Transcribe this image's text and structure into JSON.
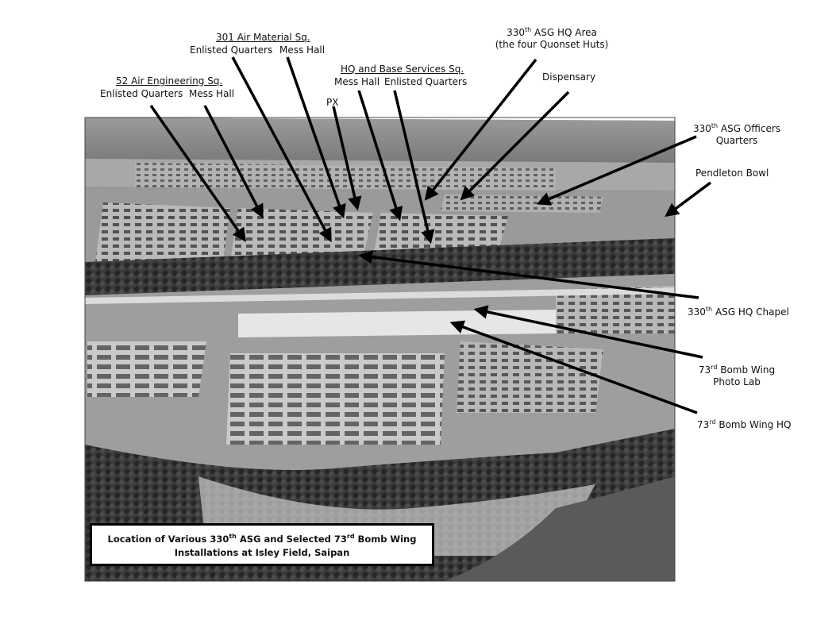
{
  "title": "Location of Various 330th ASG and Selected 73rd Bomb Wing Installations at Isley Field, Saipan",
  "caption": {
    "line1_a": "Location of Various 330",
    "line1_sup": "th",
    "line1_b": " ASG and Selected 73",
    "line1_sup2": "rd",
    "line1_c": " Bomb Wing",
    "line2": "Installations at Isley Field, Saipan"
  },
  "labels": {
    "sq301": {
      "title": "301 Air Material Sq.",
      "left": "Enlisted Quarters",
      "right": "Mess Hall"
    },
    "sq52": {
      "title": "52 Air Engineering Sq.",
      "left": "Enlisted Quarters",
      "right": "Mess Hall"
    },
    "hqbase": {
      "title": "HQ and Base Services Sq.",
      "left": "Mess Hall",
      "right": "Enlisted Quarters"
    },
    "px": "PX",
    "hq_area": {
      "pre": "330",
      "sup": "th",
      "post": " ASG HQ Area",
      "line2": "(the four Quonset Huts)"
    },
    "dispensary": "Dispensary",
    "officers": {
      "pre": "330",
      "sup": "th",
      "post": " ASG Officers",
      "line2": "Quarters"
    },
    "pendleton": "Pendleton Bowl",
    "chapel": {
      "pre": "330",
      "sup": "th",
      "post": " ASG HQ Chapel"
    },
    "photolab": {
      "pre": "73",
      "sup": "rd",
      "post": " Bomb Wing",
      "line2": "Photo Lab"
    },
    "bwhq": {
      "pre": "73",
      "sup": "rd",
      "post": " Bomb Wing HQ"
    }
  },
  "colors": {
    "arrow": "#000000",
    "photo_dark": "#3a3a3a",
    "photo_light": "#c8c8c8"
  }
}
